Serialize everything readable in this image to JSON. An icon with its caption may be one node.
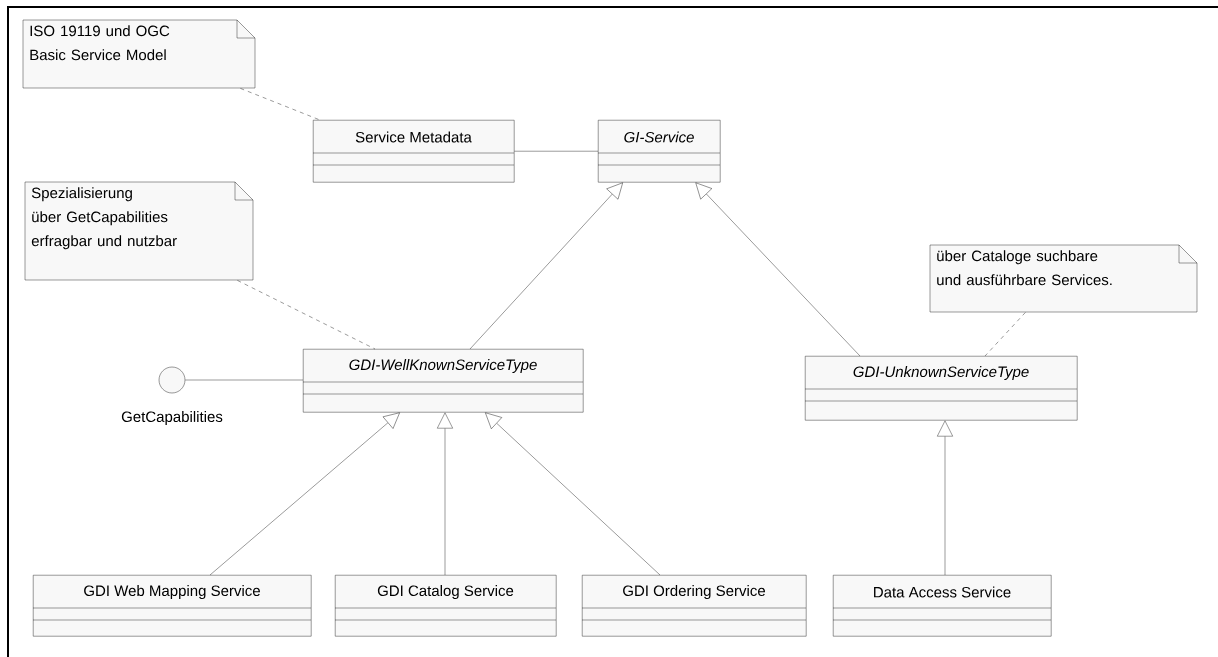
{
  "diagram": {
    "nodes": [
      {
        "text": [
          "ISO 19119 und OGC Basic Service Model"
        ]
      },
      {
        "text": [
          "Service Metadata"
        ]
      },
      {
        "text": [
          "GI-Service"
        ]
      },
      {
        "text": [
          "Spezialisierung über GetCapabilities erfragbar und nutzbar"
        ]
      },
      {
        "text": [
          "über Cataloge suchbare und ausführbare Services."
        ]
      },
      {
        "text": [],
        "shape": "circle",
        "beside": [
          "GetCapabilities"
        ]
      },
      {
        "text": [
          "GDI-WellKnownServiceType"
        ]
      },
      {
        "text": [
          "GDI-UnknownServiceType"
        ]
      },
      {
        "text": [
          "GDI Web Mapping Service"
        ]
      },
      {
        "text": [
          "GDI Catalog Service"
        ]
      },
      {
        "text": [
          "GDI Ordering Service"
        ]
      },
      {
        "text": [
          "Data Access Service"
        ]
      }
    ],
    "edges": [
      {
        "from": 0,
        "to": 1,
        "arrow": "none",
        "style": "dashed"
      },
      {
        "from": 1,
        "to": 2,
        "arrow": "none"
      },
      {
        "from": 6,
        "to": 2,
        "arrow": "to"
      },
      {
        "from": 7,
        "to": 2,
        "arrow": "to"
      },
      {
        "from": 3,
        "to": 6,
        "arrow": "none",
        "style": "dashed"
      },
      {
        "from": 4,
        "to": 7,
        "arrow": "none",
        "style": "dashed"
      },
      {
        "from": 5,
        "to": 6,
        "arrow": "none"
      },
      {
        "from": 8,
        "to": 6,
        "arrow": "to"
      },
      {
        "from": 9,
        "to": 6,
        "arrow": "to"
      },
      {
        "from": 10,
        "to": 6,
        "arrow": "to"
      },
      {
        "from": 11,
        "to": 7,
        "arrow": "to"
      }
    ]
  }
}
